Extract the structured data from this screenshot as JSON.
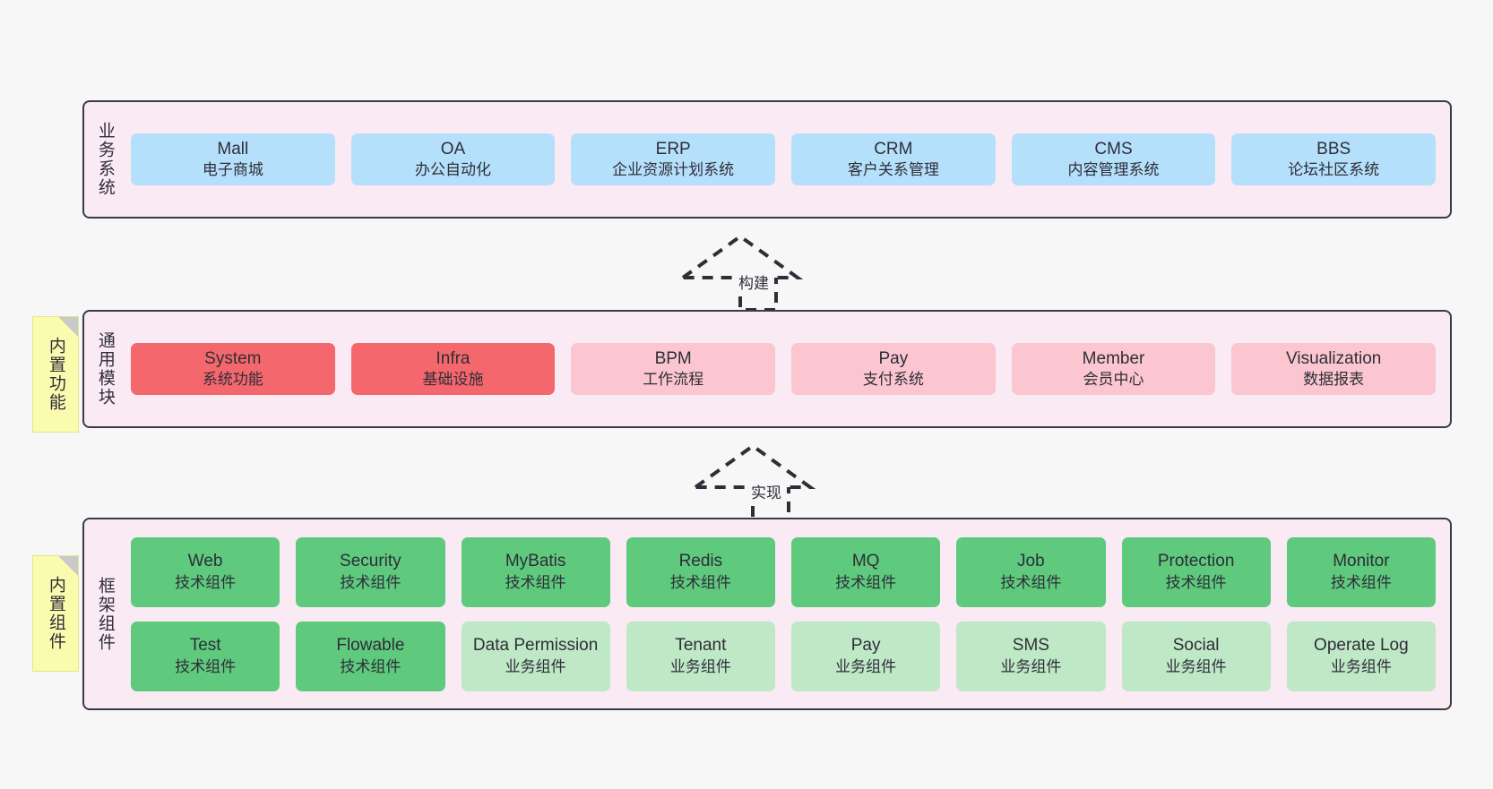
{
  "layers": [
    {
      "key": "business",
      "title": "业务系统",
      "rows": [
        [
          {
            "en": "Mall",
            "cn": "电子商城",
            "style": "c-blue"
          },
          {
            "en": "OA",
            "cn": "办公自动化",
            "style": "c-blue"
          },
          {
            "en": "ERP",
            "cn": "企业资源计划系统",
            "style": "c-blue"
          },
          {
            "en": "CRM",
            "cn": "客户关系管理",
            "style": "c-blue"
          },
          {
            "en": "CMS",
            "cn": "内容管理系统",
            "style": "c-blue"
          },
          {
            "en": "BBS",
            "cn": "论坛社区系统",
            "style": "c-blue"
          }
        ]
      ]
    },
    {
      "key": "common",
      "title": "通用模块",
      "note": "内置功能",
      "rows": [
        [
          {
            "en": "System",
            "cn": "系统功能",
            "style": "c-red"
          },
          {
            "en": "Infra",
            "cn": "基础设施",
            "style": "c-red"
          },
          {
            "en": "BPM",
            "cn": "工作流程",
            "style": "c-pink"
          },
          {
            "en": "Pay",
            "cn": "支付系统",
            "style": "c-pink"
          },
          {
            "en": "Member",
            "cn": "会员中心",
            "style": "c-pink"
          },
          {
            "en": "Visualization",
            "cn": "数据报表",
            "style": "c-pink"
          }
        ]
      ]
    },
    {
      "key": "framework",
      "title": "框架组件",
      "note": "内置组件",
      "rows": [
        [
          {
            "en": "Web",
            "cn": "技术组件",
            "style": "c-green"
          },
          {
            "en": "Security",
            "cn": "技术组件",
            "style": "c-green"
          },
          {
            "en": "MyBatis",
            "cn": "技术组件",
            "style": "c-green"
          },
          {
            "en": "Redis",
            "cn": "技术组件",
            "style": "c-green"
          },
          {
            "en": "MQ",
            "cn": "技术组件",
            "style": "c-green"
          },
          {
            "en": "Job",
            "cn": "技术组件",
            "style": "c-green"
          },
          {
            "en": "Protection",
            "cn": "技术组件",
            "style": "c-green"
          },
          {
            "en": "Monitor",
            "cn": "技术组件",
            "style": "c-green"
          }
        ],
        [
          {
            "en": "Test",
            "cn": "技术组件",
            "style": "c-green"
          },
          {
            "en": "Flowable",
            "cn": "技术组件",
            "style": "c-green"
          },
          {
            "en": "Data Permission",
            "cn": "业务组件",
            "style": "c-green-light"
          },
          {
            "en": "Tenant",
            "cn": "业务组件",
            "style": "c-green-light"
          },
          {
            "en": "Pay",
            "cn": "业务组件",
            "style": "c-green-light"
          },
          {
            "en": "SMS",
            "cn": "业务组件",
            "style": "c-green-light"
          },
          {
            "en": "Social",
            "cn": "业务组件",
            "style": "c-green-light"
          },
          {
            "en": "Operate Log",
            "cn": "业务组件",
            "style": "c-green-light"
          }
        ]
      ]
    }
  ],
  "connectors": [
    {
      "key": "build",
      "label": "构建"
    },
    {
      "key": "implement",
      "label": "实现"
    }
  ],
  "colors": {
    "panel_bg": "#faeaf4",
    "panel_border": "#3b3b46",
    "note_bg": "#fbfbae",
    "business_card": "#b5e0fb",
    "common_card_strong": "#f4676c",
    "common_card_soft": "#fbc6cf",
    "framework_card_tech": "#5fc97d",
    "framework_card_biz": "#bfe8c6",
    "canvas_bg": "#f7f7f7"
  }
}
